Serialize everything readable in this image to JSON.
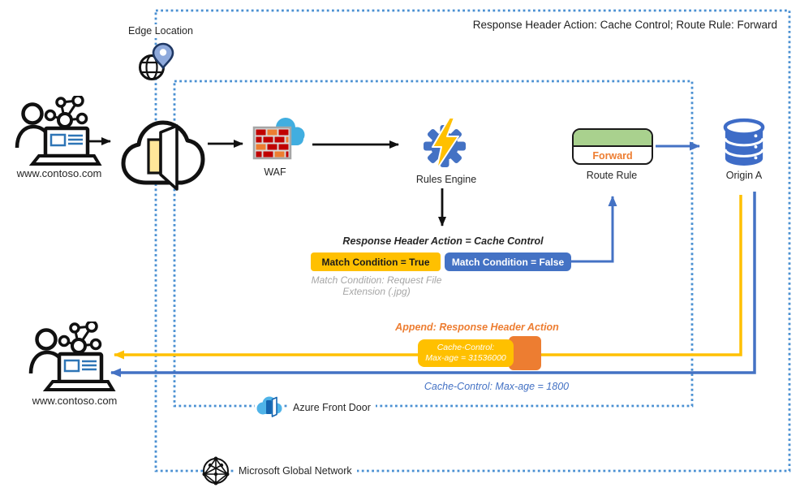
{
  "header": {
    "title": "Response Header Action: Cache Control; Route Rule: Forward"
  },
  "nodes": {
    "edge_location_label": "Edge Location",
    "user_top_label": "www.contoso.com",
    "user_bottom_label": "www.contoso.com",
    "waf_label": "WAF",
    "rules_engine_label": "Rules Engine",
    "route_rule_label": "Route Rule",
    "route_rule_action": "Forward",
    "origin_label": "Origin A"
  },
  "flow": {
    "response_header_action": "Response Header Action = Cache Control",
    "match_true": "Match Condition = True",
    "match_false": "Match Condition = False",
    "match_note_line1": "Match Condition: Request File",
    "match_note_line2": "Extension (.jpg)",
    "append_label": "Append: Response Header Action",
    "cache_header_line1": "Cache-Control:",
    "cache_header_line2": "Max-age = 31536000",
    "cache_origin_header": "Cache-Control: Max-age = 1800"
  },
  "footer": {
    "azure_front_door": "Azure Front Door",
    "microsoft_global_network": "Microsoft Global Network"
  },
  "icons": {
    "edge_location": "globe-location-pin-icon",
    "user": "users-with-laptop-icon",
    "front_door_edge": "cloud-with-door-icon",
    "waf": "firewall-brick-wall-cloud-icon",
    "rules_engine": "gear-lightning-icon",
    "origin": "database-icon",
    "azure_front_door": "azure-front-door-cloud-icon",
    "microsoft_global_network": "wireframe-globe-network-icon"
  },
  "colors": {
    "yellow": "#FFC000",
    "orange": "#ED7D31",
    "blue": "#4472C4",
    "green": "#A9D18E",
    "dotted": "#4A90D2",
    "waf-cloud": "#41AEE0",
    "brick-red": "#C00000",
    "db-blue": "#3E6CC7",
    "gray-note": "#A6A6A6",
    "ink": "#262626"
  }
}
